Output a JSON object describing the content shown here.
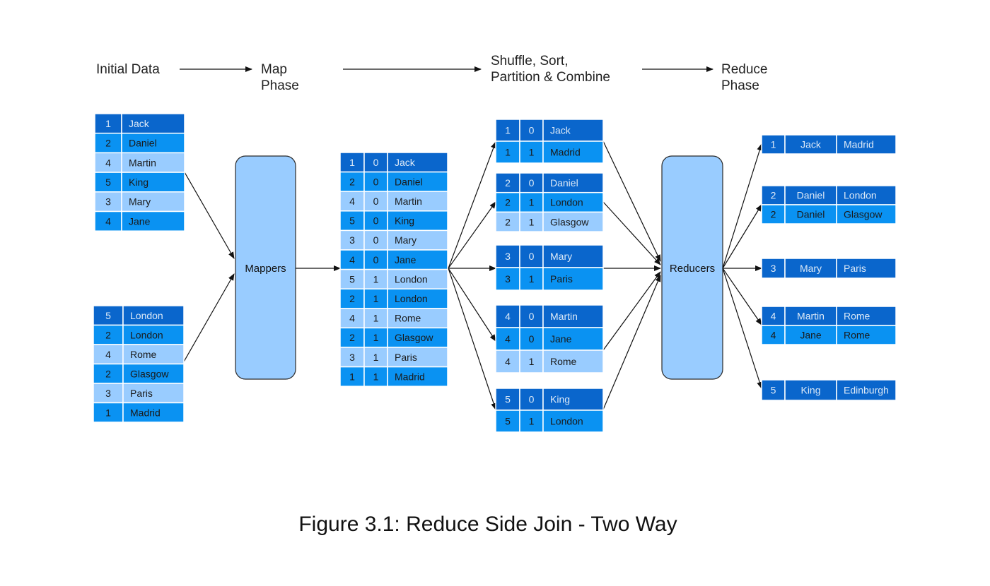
{
  "header": {
    "initial": "Initial Data",
    "map": [
      "Map",
      "Phase"
    ],
    "shuffle": [
      "Shuffle, Sort,",
      "Partition & Combine"
    ],
    "reduce": [
      "Reduce",
      "Phase"
    ]
  },
  "boxes": {
    "mappers": "Mappers",
    "reducers": "Reducers"
  },
  "colors": {
    "dark": "#0a66cc",
    "mid": "#0a92f2",
    "light": "#99ccff",
    "box_fill": "#99ccff",
    "box_stroke": "#2a2a2a",
    "grid_line": "#ffffff",
    "arrow": "#111111"
  },
  "initial_tables": [
    [
      [
        "1",
        "Jack",
        "dark"
      ],
      [
        "2",
        "Daniel",
        "mid"
      ],
      [
        "4",
        "Martin",
        "light"
      ],
      [
        "5",
        "King",
        "mid"
      ],
      [
        "3",
        "Mary",
        "light"
      ],
      [
        "4",
        "Jane",
        "mid"
      ]
    ],
    [
      [
        "5",
        "London",
        "dark"
      ],
      [
        "2",
        "London",
        "mid"
      ],
      [
        "4",
        "Rome",
        "light"
      ],
      [
        "2",
        "Glasgow",
        "mid"
      ],
      [
        "3",
        "Paris",
        "light"
      ],
      [
        "1",
        "Madrid",
        "mid"
      ]
    ]
  ],
  "map_output": [
    [
      "1",
      "0",
      "Jack",
      "dark"
    ],
    [
      "2",
      "0",
      "Daniel",
      "mid"
    ],
    [
      "4",
      "0",
      "Martin",
      "light"
    ],
    [
      "5",
      "0",
      "King",
      "mid"
    ],
    [
      "3",
      "0",
      "Mary",
      "light"
    ],
    [
      "4",
      "0",
      "Jane",
      "mid"
    ],
    [
      "5",
      "1",
      "London",
      "light"
    ],
    [
      "2",
      "1",
      "London",
      "mid"
    ],
    [
      "4",
      "1",
      "Rome",
      "light"
    ],
    [
      "2",
      "1",
      "Glasgow",
      "mid"
    ],
    [
      "3",
      "1",
      "Paris",
      "light"
    ],
    [
      "1",
      "1",
      "Madrid",
      "mid"
    ]
  ],
  "shuffle_groups": [
    [
      [
        "1",
        "0",
        "Jack",
        "dark"
      ],
      [
        "1",
        "1",
        "Madrid",
        "mid"
      ]
    ],
    [
      [
        "2",
        "0",
        "Daniel",
        "dark"
      ],
      [
        "2",
        "1",
        "London",
        "mid"
      ],
      [
        "2",
        "1",
        "Glasgow",
        "light"
      ]
    ],
    [
      [
        "3",
        "0",
        "Mary",
        "dark"
      ],
      [
        "3",
        "1",
        "Paris",
        "mid"
      ]
    ],
    [
      [
        "4",
        "0",
        "Martin",
        "dark"
      ],
      [
        "4",
        "0",
        "Jane",
        "mid"
      ],
      [
        "4",
        "1",
        "Rome",
        "light"
      ]
    ],
    [
      [
        "5",
        "0",
        "King",
        "dark"
      ],
      [
        "5",
        "1",
        "London",
        "mid"
      ]
    ]
  ],
  "reduce_groups": [
    [
      [
        "1",
        "Jack",
        "Madrid",
        "dark"
      ]
    ],
    [
      [
        "2",
        "Daniel",
        "London",
        "dark"
      ],
      [
        "2",
        "Daniel",
        "Glasgow",
        "mid"
      ]
    ],
    [
      [
        "3",
        "Mary",
        "Paris",
        "dark"
      ]
    ],
    [
      [
        "4",
        "Martin",
        "Rome",
        "dark"
      ],
      [
        "4",
        "Jane",
        "Rome",
        "mid"
      ]
    ],
    [
      [
        "5",
        "King",
        "Edinburgh",
        "dark"
      ]
    ]
  ],
  "caption": "Figure 3.1: Reduce Side Join - Two Way"
}
